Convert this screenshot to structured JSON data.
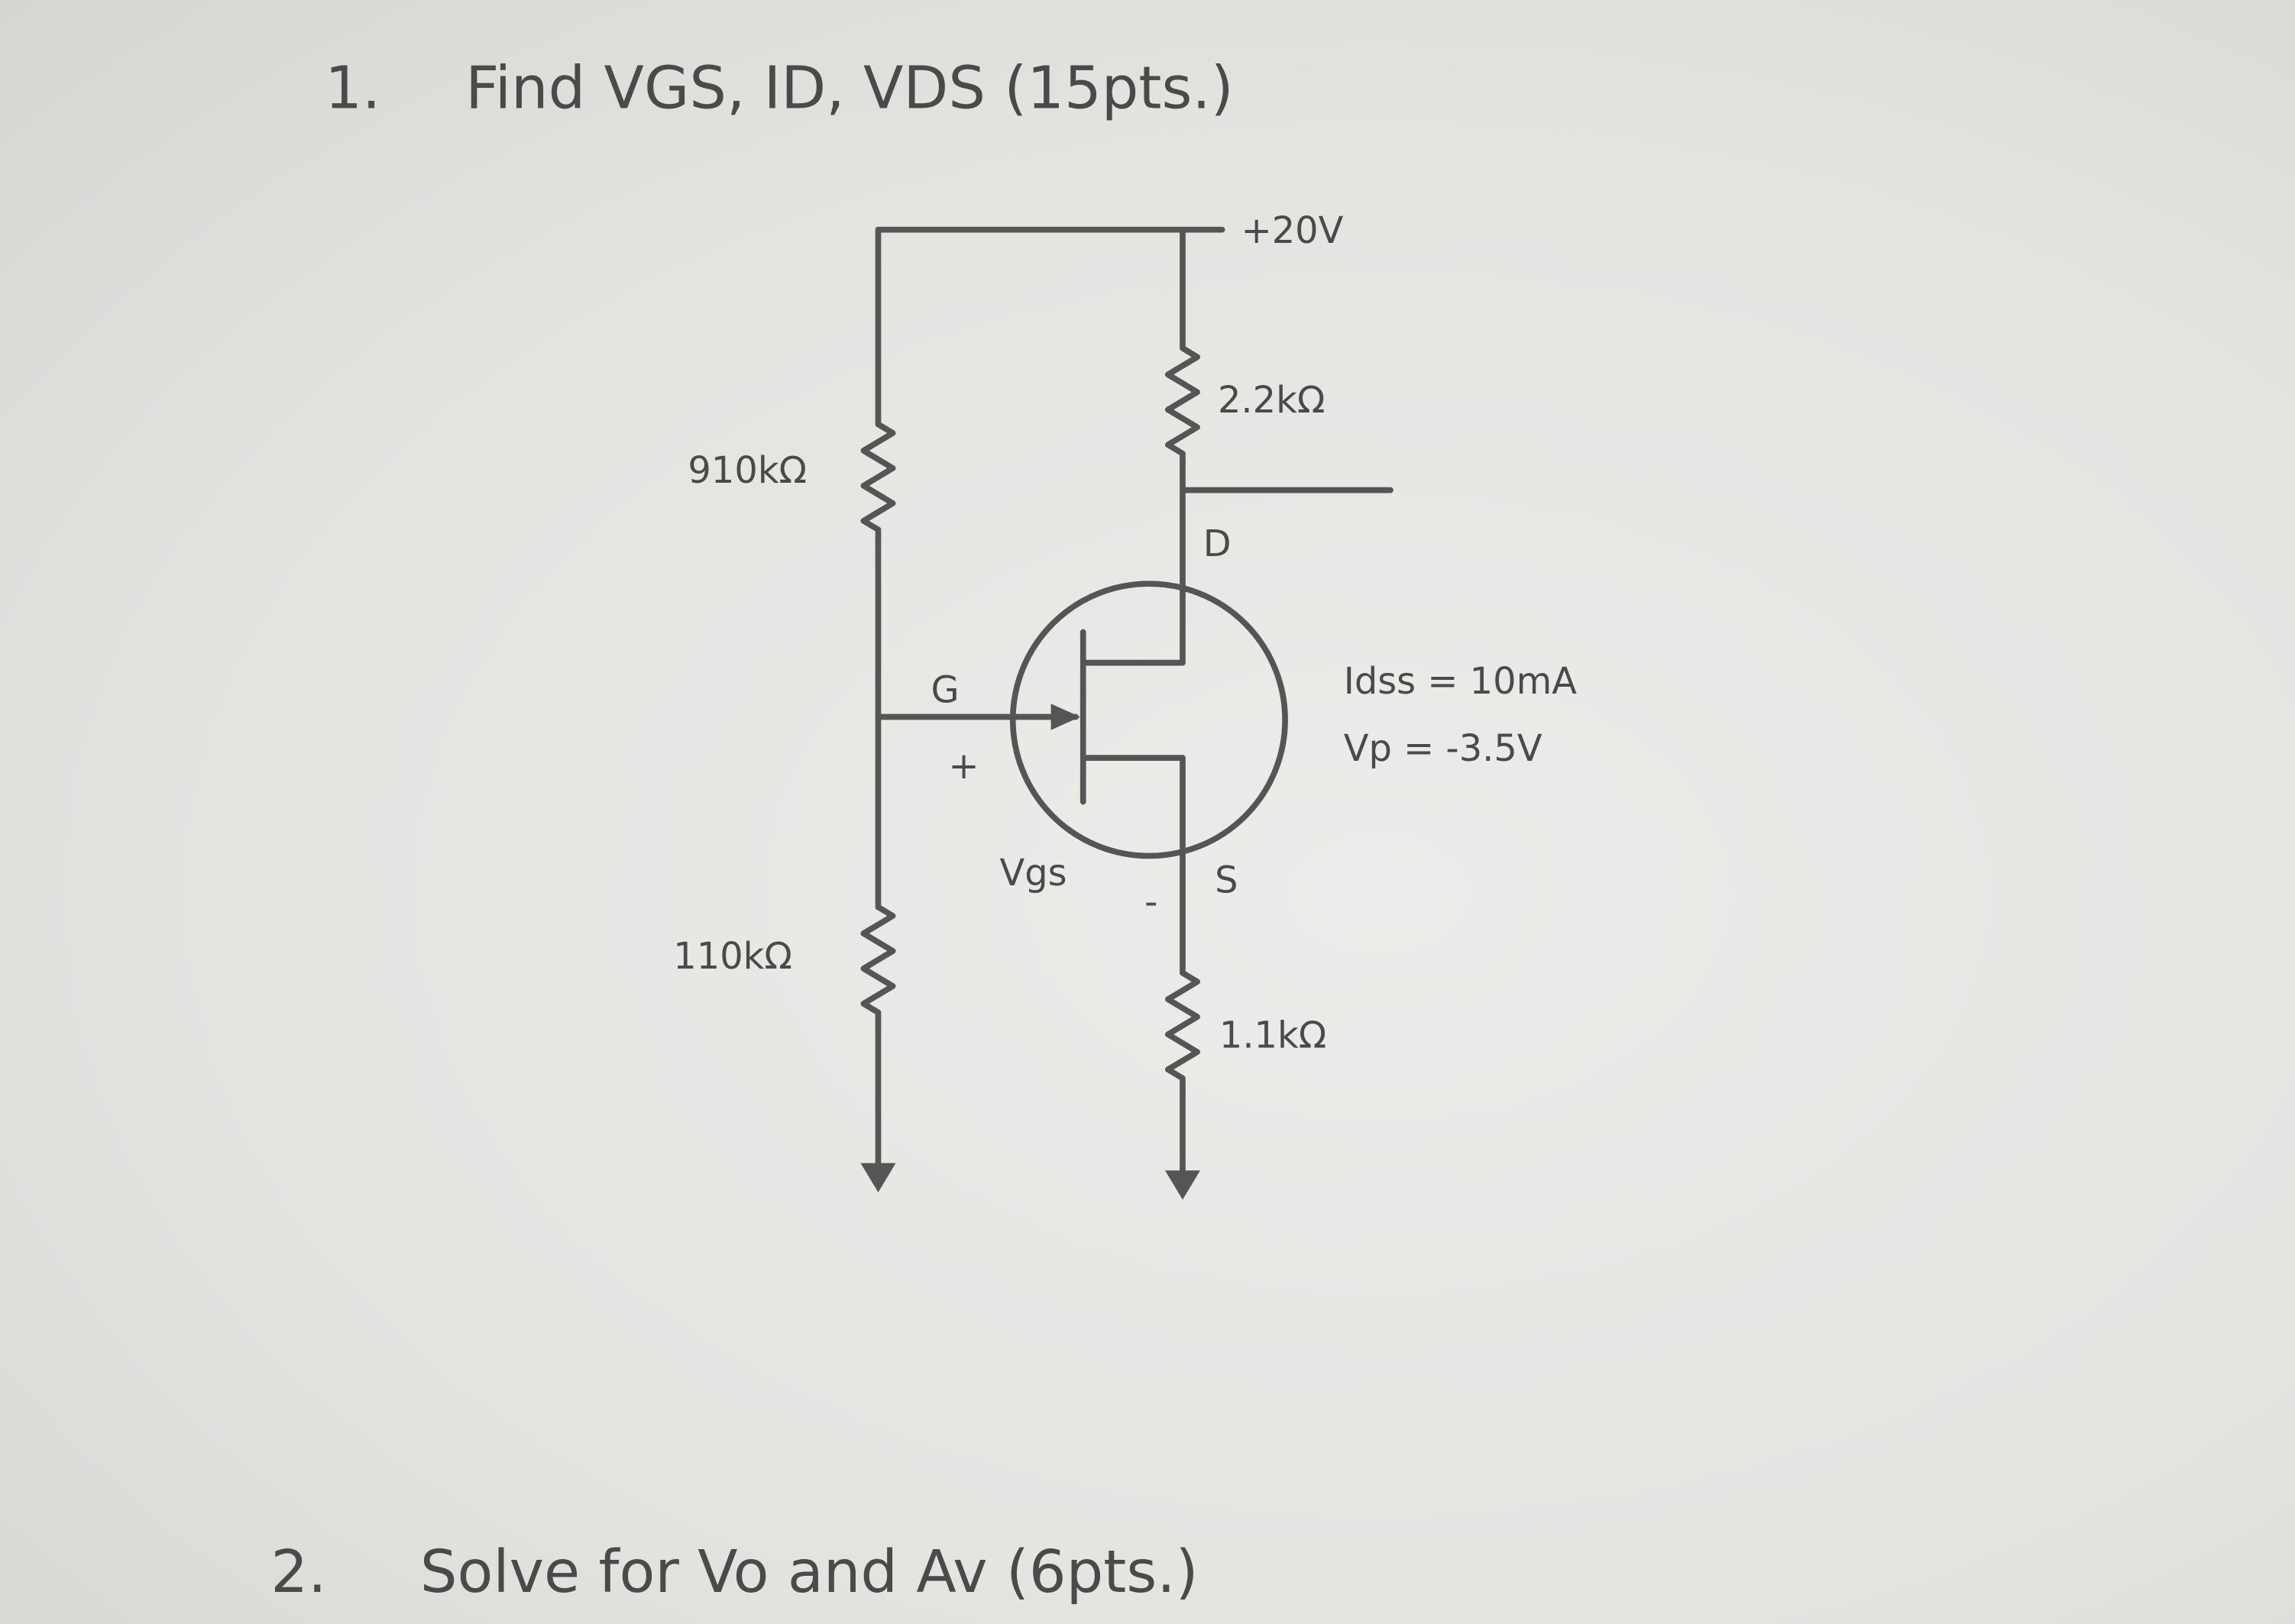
{
  "question1": {
    "number": "1.",
    "text": "Find VGS, ID, VDS (15pts.)"
  },
  "question2": {
    "number": "2.",
    "text": "Solve for Vo and Av (6pts.)"
  },
  "circuit": {
    "supply": "+20V",
    "r_gate_top": "910kΩ",
    "r_gate_bottom": "110kΩ",
    "r_drain": "2.2kΩ",
    "r_source": "1.1kΩ",
    "gate_label": "G",
    "drain_label": "D",
    "source_label": "S",
    "vgs_label": "Vgs",
    "vgs_plus": "+",
    "vgs_minus": "-",
    "idss": "Idss = 10mA",
    "vp": "Vp = -3.5V"
  }
}
